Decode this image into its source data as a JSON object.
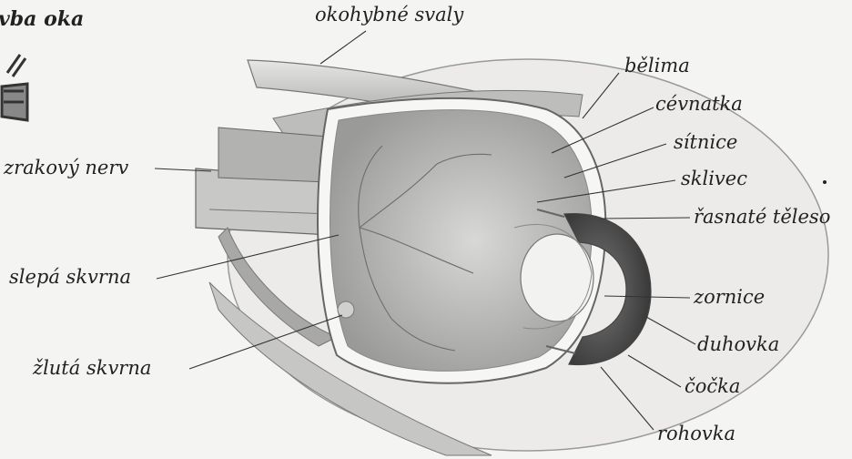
{
  "title": "vba oka",
  "labels": {
    "okohybne_svaly": "okohybné svaly",
    "belima": "bělima",
    "cevnatka": "cévnatka",
    "sitnice": "sítnice",
    "sklivec": "sklivec",
    "rasnate_teleso": "řasnaté těleso",
    "zornice": "zornice",
    "duhovka": "duhovka",
    "cocka": "čočka",
    "rohovka": "rohovka",
    "zrakovy_nerv": "zrakový nerv",
    "slepa_skvrna": "slepá skvrna",
    "zluta_skvrna": "žlutá skvrna"
  }
}
